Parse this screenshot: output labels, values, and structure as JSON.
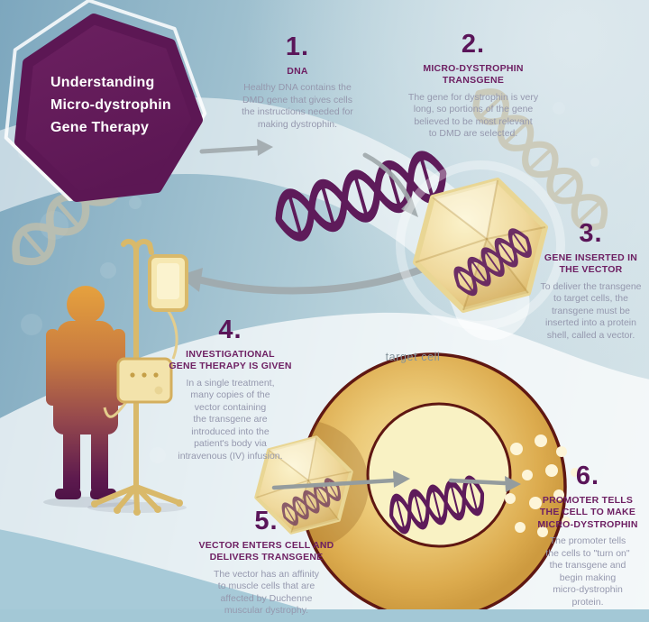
{
  "title": {
    "text": "Understanding\nMicro-dystrophin\nGene Therapy"
  },
  "steps": [
    {
      "number": "1.",
      "heading": "DNA",
      "body": "Healthy DNA contains the\nDMD gene that gives cells\nthe instructions needed for\nmaking dystrophin."
    },
    {
      "number": "2.",
      "heading": "MICRO-DYSTROPHIN\nTRANSGENE",
      "body": "The gene for dystrophin is very\nlong, so portions of the gene\nbelieved to be most relevant\nto DMD are selected."
    },
    {
      "number": "3.",
      "heading": "GENE INSERTED IN\nTHE VECTOR",
      "body": "To deliver the transgene\nto target cells, the\ntransgene must be\ninserted into a protein\nshell, called a vector."
    },
    {
      "number": "4.",
      "heading": "INVESTIGATIONAL\nGENE THERAPY IS GIVEN",
      "body": "In a single treatment,\nmany copies of the\nvector containing\nthe transgene are\nintroduced into the\npatient's body via\nintravenous (IV) infusion."
    },
    {
      "number": "5.",
      "heading": "VECTOR ENTERS CELL AND\nDELIVERS TRANSGENE",
      "body": "The vector has an affinity\nto muscle cells that are\naffected by Duchenne\nmuscular dystrophy."
    },
    {
      "number": "6.",
      "heading": "PROMOTER TELLS\nTHE CELL TO MAKE\nMICRO-DYSTROPHIN",
      "body": "The promoter tells\nthe cells to \"turn on\"\nthe transgene and\nbegin making\nmicro-dystrophin\nprotein."
    }
  ],
  "labels": {
    "target_cell": "target cell"
  },
  "icons": {
    "dna_helix": "double-helix strand",
    "transgene_helix": "highlighted purple helix segment",
    "vector_capsid": "faceted golden protein shell",
    "target_cell": "cell with nucleus and DNA",
    "protein_dots": "micro-dystrophin protein dot cluster",
    "patient": "child silhouette",
    "iv_stand": "IV pole with bag and infusion pump",
    "flow_arrow": "gray process arrow",
    "title_hexagon": "purple heptagon badge"
  },
  "colors": {
    "accent_purple": "#5e1b5a",
    "hexagon_purple": "#651e5a",
    "heading_purple": "#6e2063",
    "body_text": "#9598ae",
    "gold": "#e8cd84",
    "cell_border": "#5f1712",
    "arrow_gray": "#9fa8ab",
    "background_blue": "#a5c5d2"
  }
}
